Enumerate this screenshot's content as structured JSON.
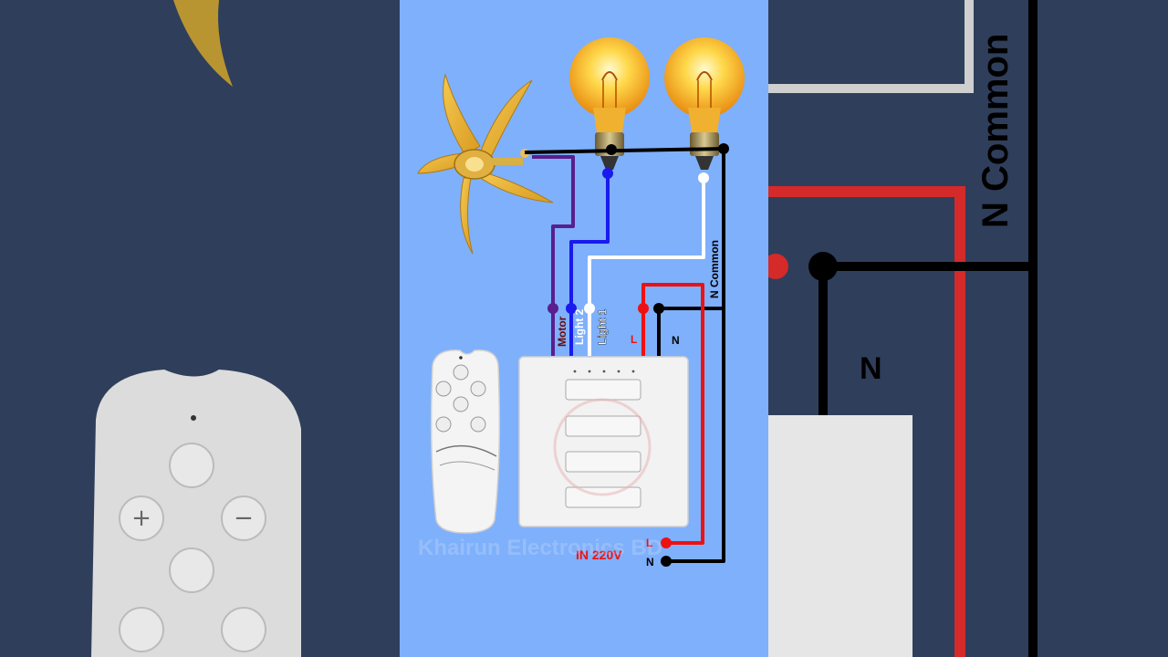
{
  "labels": {
    "motor": "Motor",
    "light2": "Light 2",
    "light1": "Light 1",
    "n_common": "N Common",
    "l_top": "L",
    "n_top": "N",
    "l_bottom": "L",
    "n_bottom": "N",
    "input": "IN 220V",
    "watermark": "Khairun Electronics BD"
  },
  "background_right": {
    "n_common": "N Common",
    "n": "N"
  },
  "colors": {
    "panel_bg": "#7fb0fb",
    "outer_bg": "#2f3e5b",
    "motor_wire": "#5a1f8c",
    "light2_wire": "#1a1aee",
    "light1_wire": "#ffffff",
    "live_wire": "#ee1111",
    "neutral_wire": "#000000"
  },
  "icons": {
    "fan": "ceiling-fan-icon",
    "bulb": "light-bulb-icon",
    "remote": "remote-control-icon",
    "switch": "wall-switch-icon"
  }
}
